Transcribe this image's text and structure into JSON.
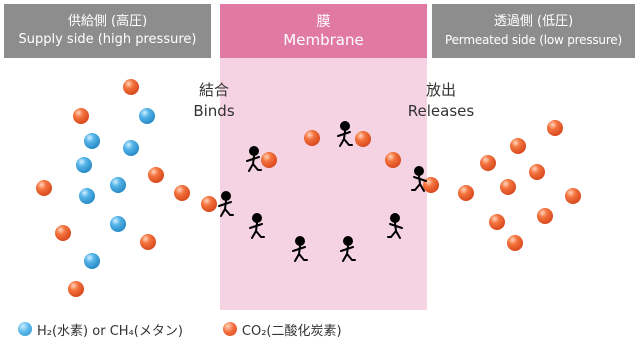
{
  "headers": {
    "supply": {
      "jp": "供給側 (高圧)",
      "en": "Supply side (high pressure)"
    },
    "membrane": {
      "jp": "膜",
      "en": "Membrane"
    },
    "permeate": {
      "jp": "透過側 (低圧)",
      "en": "Permeated side (low pressure)"
    }
  },
  "actions": {
    "bind": {
      "jp": "結合",
      "en": "Binds"
    },
    "release": {
      "jp": "放出",
      "en": "Releases"
    }
  },
  "legend": {
    "h2_ch4": "H₂(水素) or CH₄(メタン)",
    "co2": "CO₂(二酸化炭素)"
  },
  "colors": {
    "header_gray": "#8d8d8d",
    "membrane_header": "#e07aa4",
    "membrane_band": "#f6d3e2",
    "co2_sphere": "#f26b3c",
    "h2_sphere": "#3fa6e0",
    "carrier_figure": "#000000"
  },
  "icons": {
    "h2_molecule": "blue-sphere-icon",
    "co2_molecule": "orange-sphere-icon",
    "carrier": "stick-figure-carrier-icon"
  }
}
